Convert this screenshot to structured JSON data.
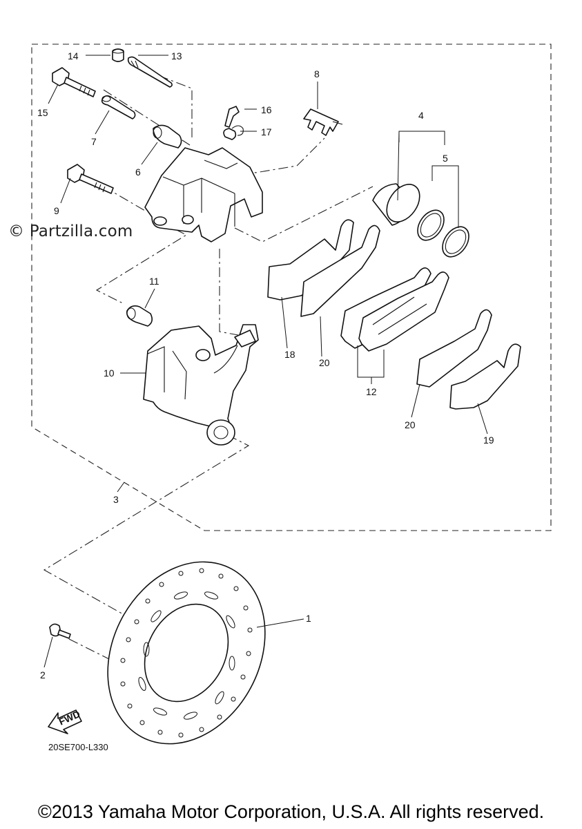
{
  "watermark": "© Partzilla.com",
  "diagram_code": "20SE700-L330",
  "fwd_label": "FWD",
  "copyright": "©2013 Yamaha Motor Corporation, U.S.A. All rights reserved.",
  "callouts": {
    "c1": "1",
    "c2": "2",
    "c3": "3",
    "c4": "4",
    "c5": "5",
    "c6": "6",
    "c7": "7",
    "c8": "8",
    "c9": "9",
    "c10": "10",
    "c11": "11",
    "c12": "12",
    "c13": "13",
    "c14": "14",
    "c15": "15",
    "c16": "16",
    "c17": "17",
    "c18": "18",
    "c19": "19",
    "c20a": "20",
    "c20b": "20"
  }
}
